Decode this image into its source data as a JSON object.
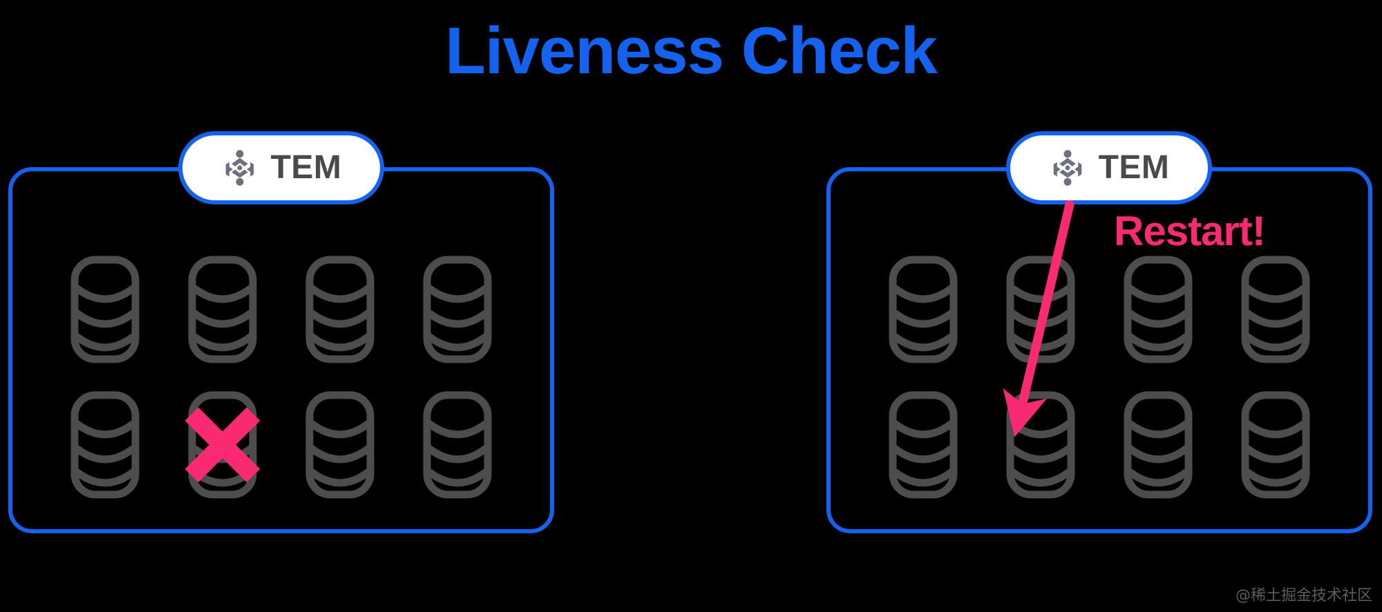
{
  "title": "Liveness Check",
  "colors": {
    "background": "#000000",
    "accent_blue": "#1463F0",
    "accent_pink": "#FA2A72",
    "database_gray": "#4D4D4D",
    "badge_text_gray": "#4A4A4A",
    "badge_background": "#FFFFFF"
  },
  "panels": [
    {
      "id": "left",
      "badge": {
        "label": "TEM",
        "logo_icon": "tem-layers-logo-icon"
      },
      "databases": [
        {
          "row": 1,
          "col": 1,
          "state": "healthy"
        },
        {
          "row": 1,
          "col": 2,
          "state": "healthy"
        },
        {
          "row": 1,
          "col": 3,
          "state": "healthy"
        },
        {
          "row": 1,
          "col": 4,
          "state": "healthy"
        },
        {
          "row": 2,
          "col": 1,
          "state": "healthy"
        },
        {
          "row": 2,
          "col": 2,
          "state": "failed"
        },
        {
          "row": 2,
          "col": 3,
          "state": "healthy"
        },
        {
          "row": 2,
          "col": 4,
          "state": "healthy"
        }
      ],
      "annotation": null
    },
    {
      "id": "right",
      "badge": {
        "label": "TEM",
        "logo_icon": "tem-layers-logo-icon"
      },
      "databases": [
        {
          "row": 1,
          "col": 1,
          "state": "healthy"
        },
        {
          "row": 1,
          "col": 2,
          "state": "healthy"
        },
        {
          "row": 1,
          "col": 3,
          "state": "healthy"
        },
        {
          "row": 1,
          "col": 4,
          "state": "healthy"
        },
        {
          "row": 2,
          "col": 1,
          "state": "healthy"
        },
        {
          "row": 2,
          "col": 2,
          "state": "restarting"
        },
        {
          "row": 2,
          "col": 3,
          "state": "healthy"
        },
        {
          "row": 2,
          "col": 4,
          "state": "healthy"
        }
      ],
      "annotation": {
        "label": "Restart!",
        "arrow": "restart-arrow-icon"
      }
    }
  ],
  "watermark": "@稀土掘金技术社区"
}
